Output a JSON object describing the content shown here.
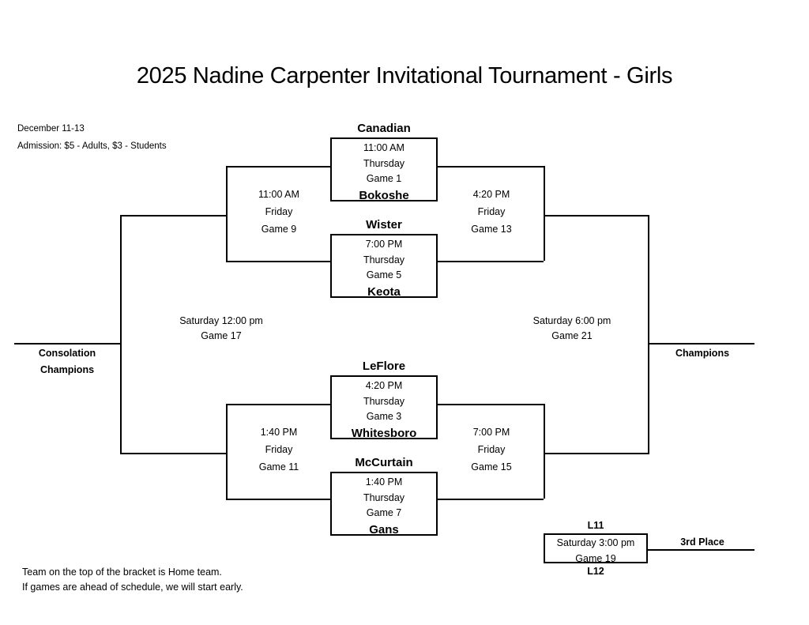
{
  "header": {
    "title": "2025 Nadine Carpenter Invitational Tournament - Girls",
    "dates": "December 11-13",
    "admission": "Admission: $5 - Adults, $3 - Students"
  },
  "footer": {
    "note1": "Team on the top of the bracket is Home team.",
    "note2": "If games are ahead of schedule, we will start early."
  },
  "first_round": [
    {
      "id": "game-1",
      "team_top": "Canadian",
      "team_bottom": "Bokoshe",
      "time": "11:00 AM",
      "day": "Thursday",
      "game": "Game 1"
    },
    {
      "id": "game-5",
      "team_top": "Wister",
      "team_bottom": "Keota",
      "time": "7:00 PM",
      "day": "Thursday",
      "game": "Game 5"
    },
    {
      "id": "game-3",
      "team_top": "LeFlore",
      "team_bottom": "Whitesboro",
      "time": "4:20 PM",
      "day": "Thursday",
      "game": "Game 3"
    },
    {
      "id": "game-7",
      "team_top": "McCurtain",
      "team_bottom": "Gans",
      "time": "1:40 PM",
      "day": "Thursday",
      "game": "Game 7"
    }
  ],
  "losers_round": [
    {
      "id": "game-9",
      "time": "11:00 AM",
      "day": "Friday",
      "game": "Game 9"
    },
    {
      "id": "game-11",
      "time": "1:40 PM",
      "day": "Friday",
      "game": "Game 11"
    }
  ],
  "winners_round": [
    {
      "id": "game-13",
      "time": "4:20 PM",
      "day": "Friday",
      "game": "Game 13"
    },
    {
      "id": "game-15",
      "time": "7:00 PM",
      "day": "Friday",
      "game": "Game 15"
    }
  ],
  "consolation_final": {
    "id": "game-17",
    "when": "Saturday 12:00 pm",
    "game": "Game 17",
    "outcome_line1": "Consolation",
    "outcome_line2": "Champions"
  },
  "championship_final": {
    "id": "game-21",
    "when": "Saturday 6:00 pm",
    "game": "Game 21",
    "outcome": "Champions"
  },
  "third_place": {
    "id": "game-19",
    "slot_top": "L11",
    "slot_bottom": "L12",
    "when": "Saturday 3:00 pm",
    "game": "Game 19",
    "outcome": "3rd Place"
  }
}
